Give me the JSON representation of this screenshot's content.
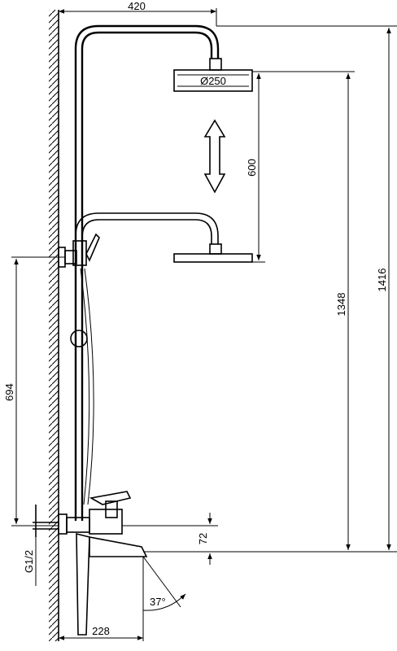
{
  "dimensions": {
    "arm_width": "420",
    "head_diameter": "Ø250",
    "head_adjust": "600",
    "overall_height": "1416",
    "head_height": "1348",
    "bracket_spacing": "694",
    "spout_height": "72",
    "spout_reach": "228",
    "spout_angle": "37°",
    "inlet_thread": "G1/2"
  }
}
